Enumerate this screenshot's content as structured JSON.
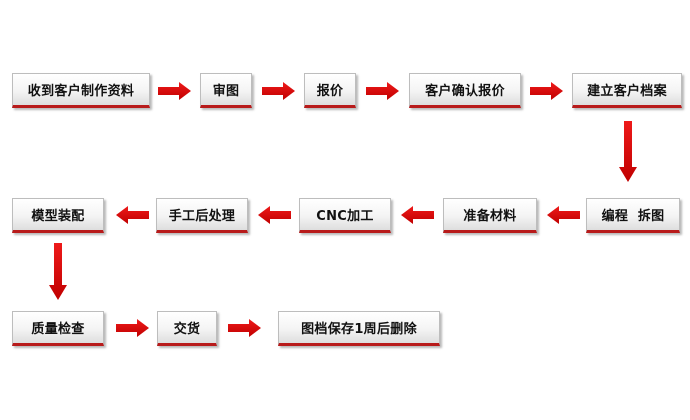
{
  "colors": {
    "arrow": "#d90000",
    "underline": "#b81b1b"
  },
  "steps": {
    "s1": "收到客户制作资料",
    "s2": "审图",
    "s3": "报价",
    "s4": "客户确认报价",
    "s5": "建立客户档案",
    "s6": "编程  拆图",
    "s7": "准备材料",
    "s8": "CNC加工",
    "s9": "手工后处理",
    "s10": "模型装配",
    "s11": "质量检查",
    "s12": "交货",
    "s13": "图档保存1周后删除"
  }
}
